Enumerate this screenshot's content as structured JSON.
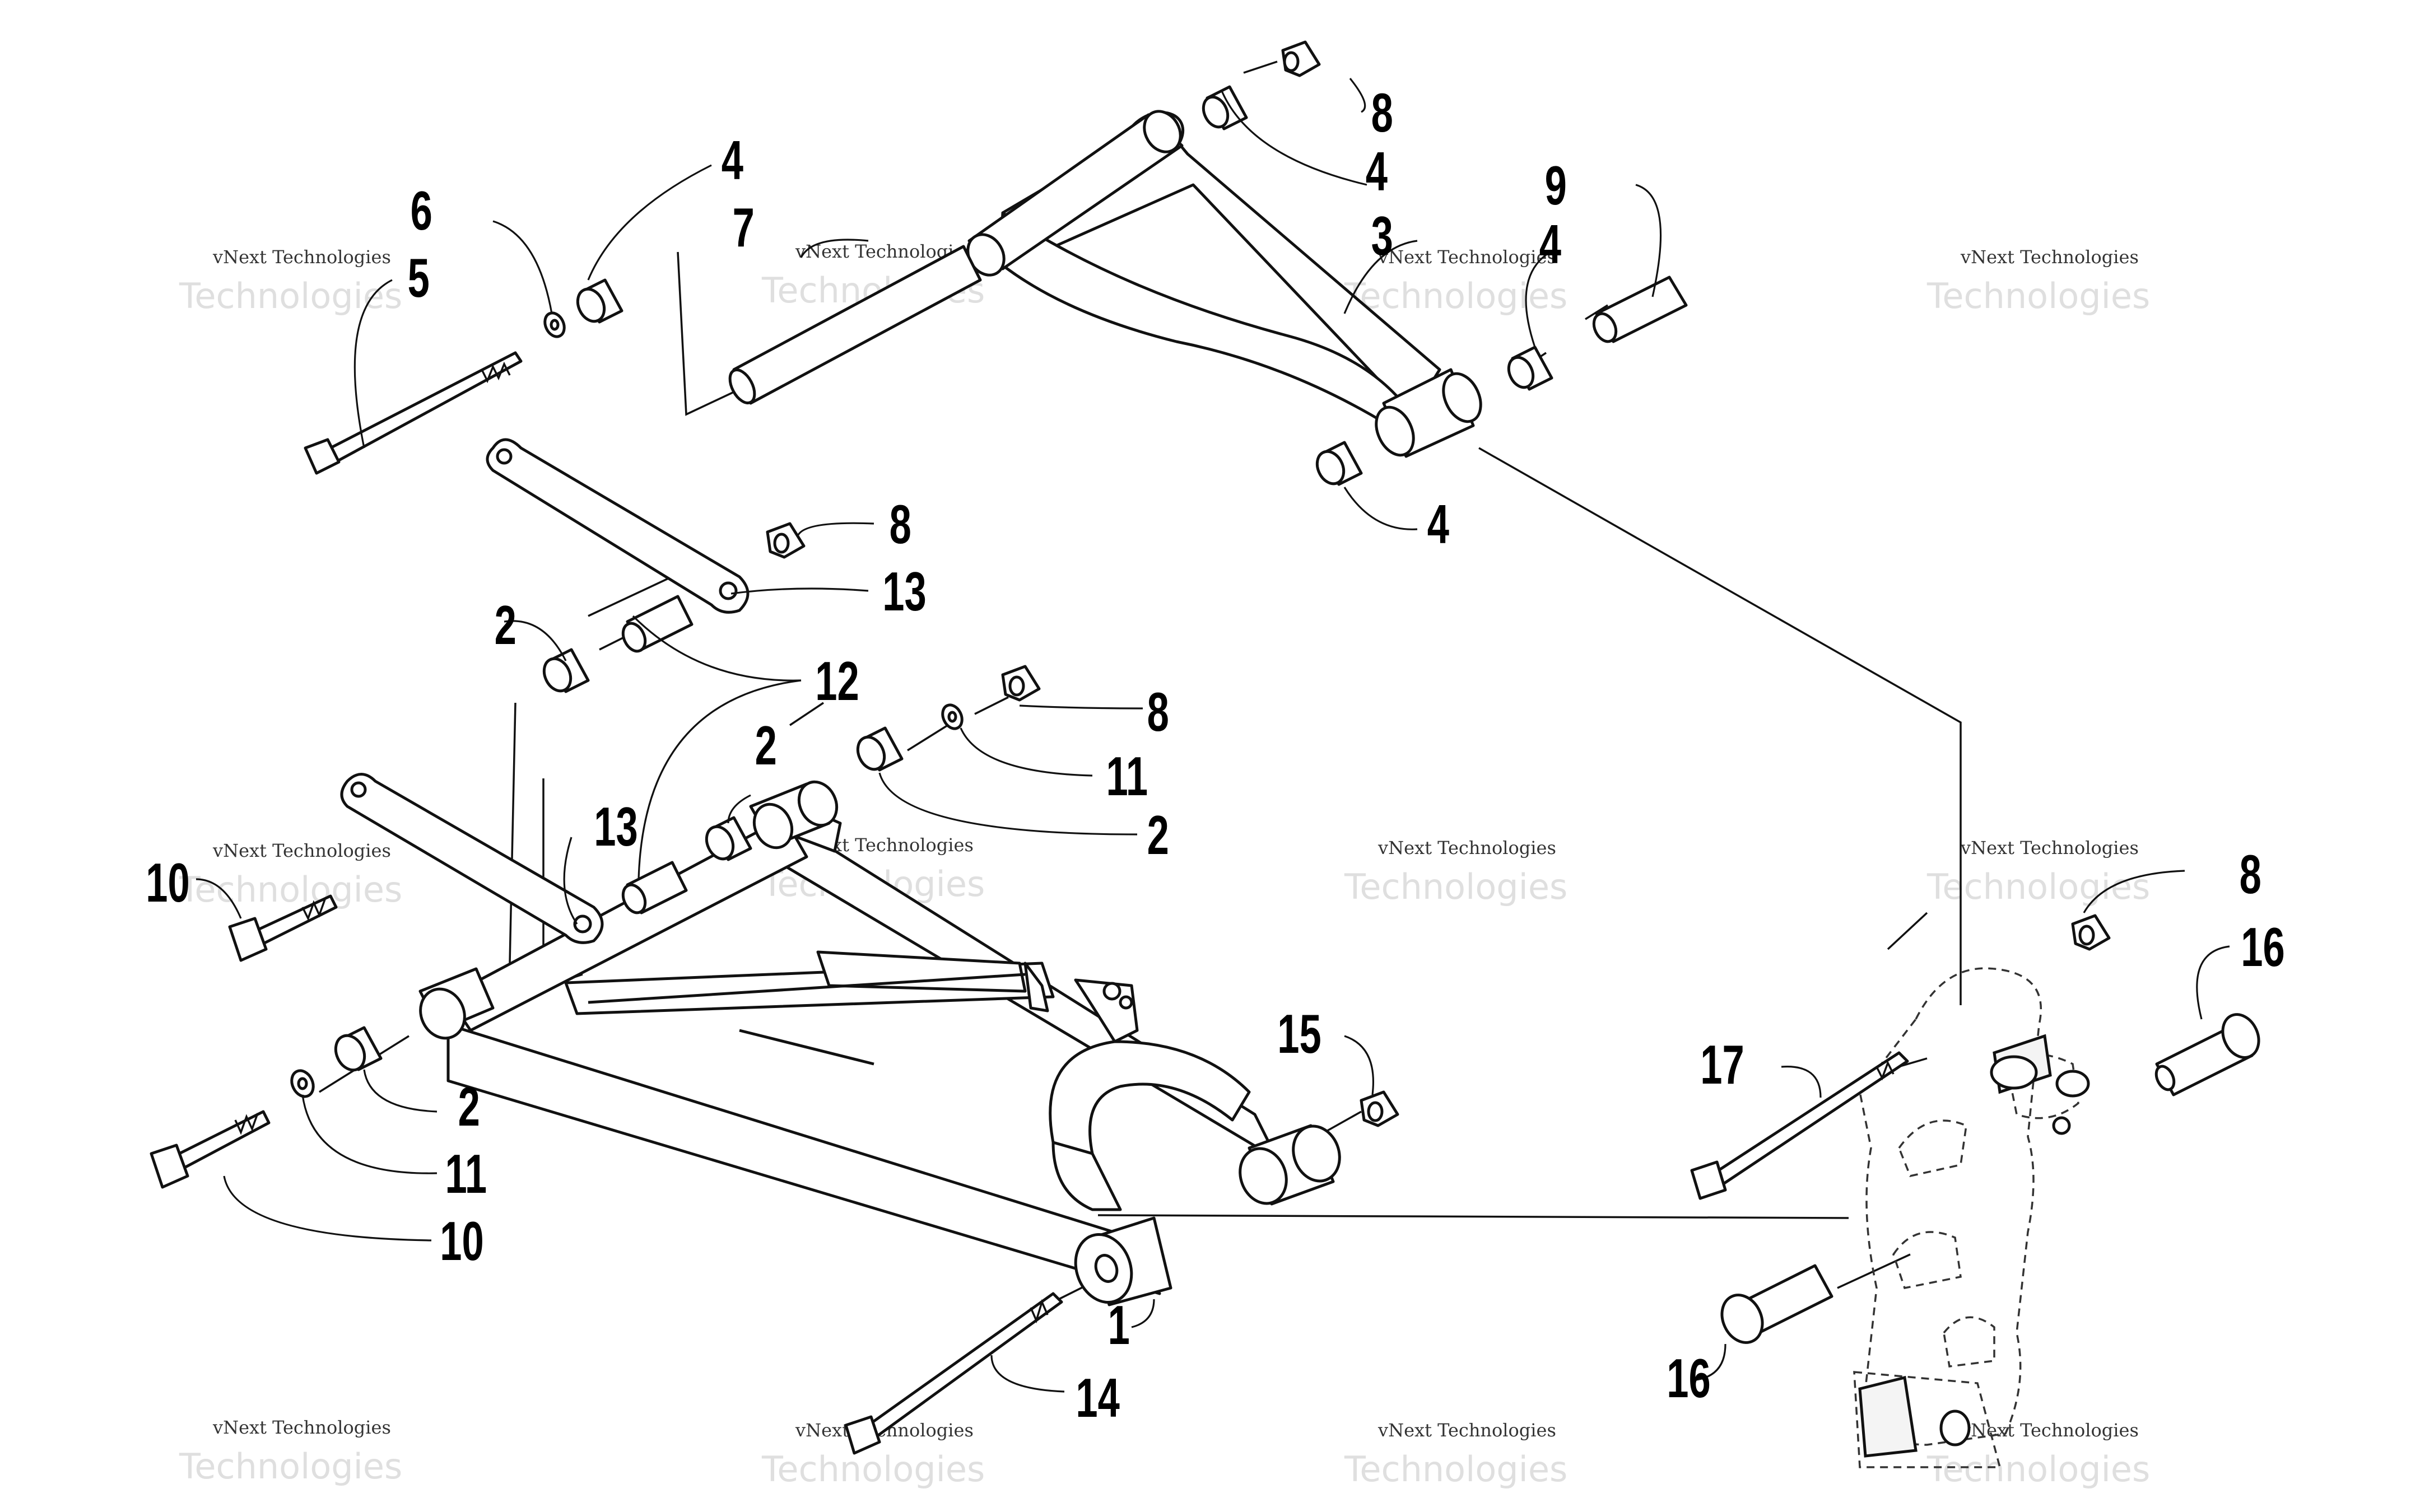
{
  "watermark": {
    "line1": "vNext Technologies",
    "line2": "Technologies"
  },
  "callouts": {
    "c1": "1",
    "c2a": "2",
    "c2b": "2",
    "c2c": "2",
    "c2d": "2",
    "c3": "3",
    "c4a": "4",
    "c4b": "4",
    "c4c": "4",
    "c4d": "4",
    "c5": "5",
    "c6": "6",
    "c7": "7",
    "c8a": "8",
    "c8b": "8",
    "c8c": "8",
    "c8d": "8",
    "c9": "9",
    "c10a": "10",
    "c10b": "10",
    "c11a": "11",
    "c11b": "11",
    "c12": "12",
    "c13a": "13",
    "c13b": "13",
    "c14": "14",
    "c15": "15",
    "c16a": "16",
    "c16b": "16",
    "c17": "17"
  }
}
